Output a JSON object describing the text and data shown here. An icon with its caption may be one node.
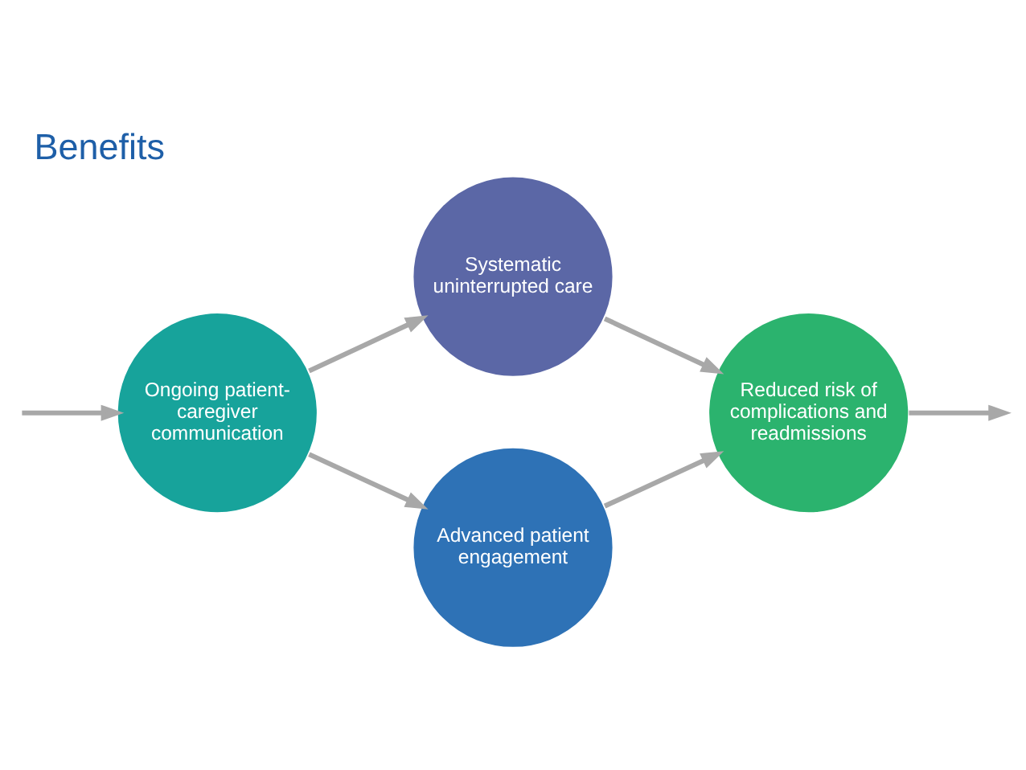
{
  "diagram": {
    "title": "Benefits",
    "nodes": [
      {
        "text": [
          "Ongoing patient-caregiver communication"
        ]
      },
      {
        "text": [
          "Systematic uninterrupted care"
        ]
      },
      {
        "text": [
          "Advanced patient engagement"
        ]
      },
      {
        "text": [
          "Reduced risk of complications and readmissions"
        ]
      }
    ],
    "edges": [
      {
        "from": null,
        "to": 0,
        "arrow": "to"
      },
      {
        "from": 0,
        "to": 1,
        "arrow": "to"
      },
      {
        "from": 0,
        "to": 2,
        "arrow": "to"
      },
      {
        "from": 1,
        "to": 3,
        "arrow": "to"
      },
      {
        "from": 2,
        "to": 3,
        "arrow": "to"
      },
      {
        "from": 3,
        "to": null,
        "arrow": "to"
      }
    ]
  }
}
